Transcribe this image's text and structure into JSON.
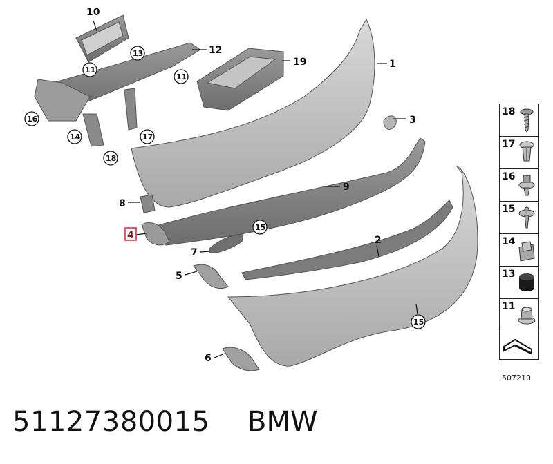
{
  "callouts": {
    "c1": "1",
    "c2": "2",
    "c3": "3",
    "c4": "4",
    "c5": "5",
    "c6": "6",
    "c7": "7",
    "c8": "8",
    "c9": "9",
    "c10": "10",
    "c12": "12",
    "c19": "19"
  },
  "circled_callouts": {
    "a11": "11",
    "b11": "11",
    "c13": "13",
    "c14": "14",
    "c15a": "15",
    "c15b": "15",
    "c16": "16",
    "c17": "17",
    "c18": "18"
  },
  "highlighted_callout": "4",
  "highlight_color": "#e03040",
  "legend": {
    "items": [
      {
        "num": "18",
        "icon": "screw-icon"
      },
      {
        "num": "17",
        "icon": "expanding-rivet-icon"
      },
      {
        "num": "16",
        "icon": "clip-icon"
      },
      {
        "num": "15",
        "icon": "push-pin-icon"
      },
      {
        "num": "14",
        "icon": "spring-nut-icon"
      },
      {
        "num": "13",
        "icon": "rubber-buffer-icon"
      },
      {
        "num": "11",
        "icon": "nut-icon"
      }
    ],
    "arrow_icon": "direction-arrow-icon"
  },
  "diagram_id": "507210",
  "part_number": "51127380015",
  "brand": "BMW"
}
